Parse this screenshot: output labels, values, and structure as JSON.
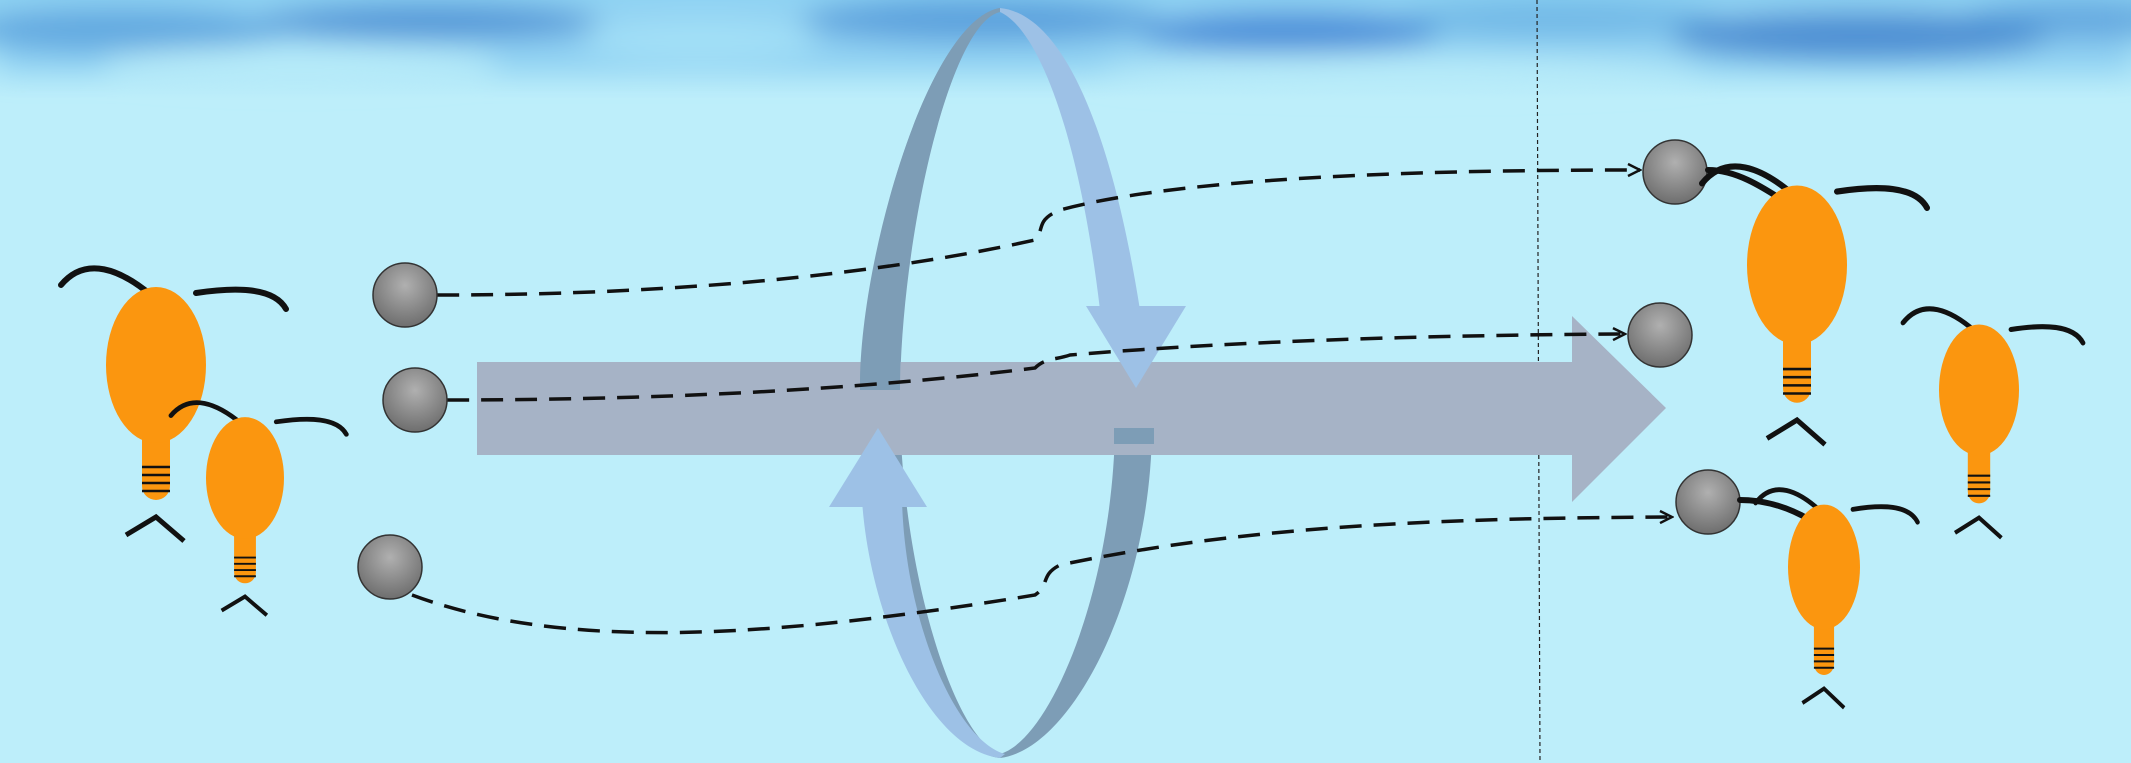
{
  "diagram": {
    "colors": {
      "water": "#bdeefa",
      "surface_dark": "#1e64c8",
      "surface_light": "#a8e4f8",
      "flow_arrow": "#a6b3c6",
      "ring_front": "#9dc1e6",
      "ring_back": "#7d9db6",
      "organism": "#fb960f",
      "particle": "#8f8f8f",
      "line": "#111111"
    },
    "elements": {
      "left_copepods": [
        "copepod",
        "copepod"
      ],
      "right_copepods": [
        "copepod",
        "copepod",
        "copepod"
      ],
      "particles_before": [
        "particle",
        "particle",
        "particle"
      ],
      "particles_after": [
        "particle",
        "particle",
        "particle"
      ],
      "trajectories": [
        "dashed-path",
        "dashed-path",
        "dashed-path"
      ],
      "flow": "flow-arrow",
      "vortex": "vortex-ring"
    }
  }
}
